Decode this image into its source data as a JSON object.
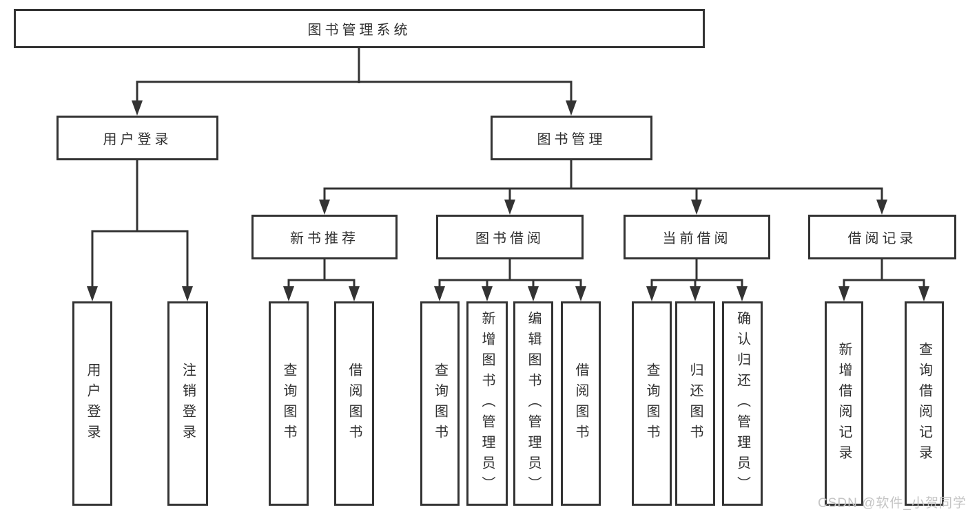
{
  "nodes": {
    "root": "图书管理系统",
    "l2": [
      "用户登录",
      "图书管理"
    ],
    "l3": [
      "新书推荐",
      "图书借阅",
      "当前借阅",
      "借阅记录"
    ],
    "leaves": [
      "用户登录",
      "注销登录",
      "查询图书",
      "借阅图书",
      "查询图书",
      "新增图书（管理员）",
      "编辑图书（管理员）",
      "借阅图书",
      "查询图书",
      "归还图书",
      "确认归还（管理员）",
      "新增借阅记录",
      "查询借阅记录"
    ]
  },
  "hierarchy": {
    "图书管理系统": [
      "用户登录",
      "图书管理"
    ],
    "用户登录": [
      "用户登录",
      "注销登录"
    ],
    "图书管理": [
      "新书推荐",
      "图书借阅",
      "当前借阅",
      "借阅记录"
    ],
    "新书推荐": [
      "查询图书",
      "借阅图书"
    ],
    "图书借阅": [
      "查询图书",
      "新增图书（管理员）",
      "编辑图书（管理员）",
      "借阅图书"
    ],
    "当前借阅": [
      "查询图书",
      "归还图书",
      "确认归还（管理员）"
    ],
    "借阅记录": [
      "新增借阅记录",
      "查询借阅记录"
    ]
  },
  "watermark": {
    "text": "CSDN @软件_小贺同学"
  },
  "colors": {
    "line": "#333333",
    "text": "#2f2f2f",
    "box_fill": "#ffffff",
    "watermark": "#c5c5c5",
    "background": "#ffffff"
  }
}
